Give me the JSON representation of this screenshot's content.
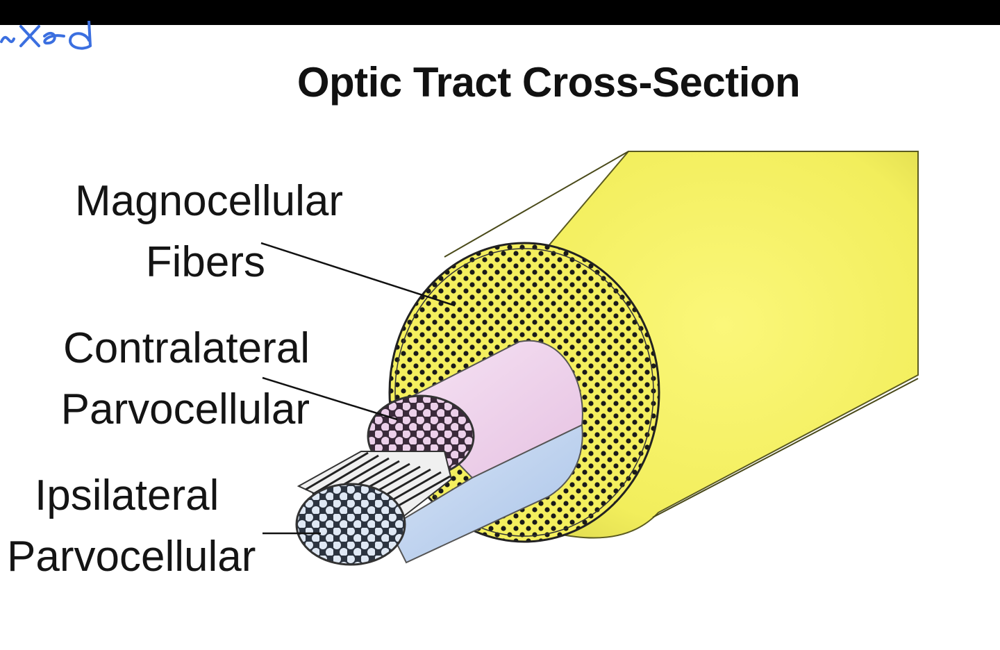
{
  "title": "Optic Tract Cross-Section",
  "labels": {
    "magnocellular": [
      "Magnocellular",
      "Fibers"
    ],
    "contralateral": [
      "Contralateral",
      "Parvocellular"
    ],
    "ipsilateral": [
      "Ipsilateral",
      "Parvocellular"
    ]
  },
  "colors": {
    "outer_fibers": "#f2ee5c",
    "contralateral_bundle": "#efd2ec",
    "ipsilateral_bundle": "#bfd3ee",
    "dots": "#1a1a1a",
    "annotation_ink": "#3b6fe0"
  }
}
